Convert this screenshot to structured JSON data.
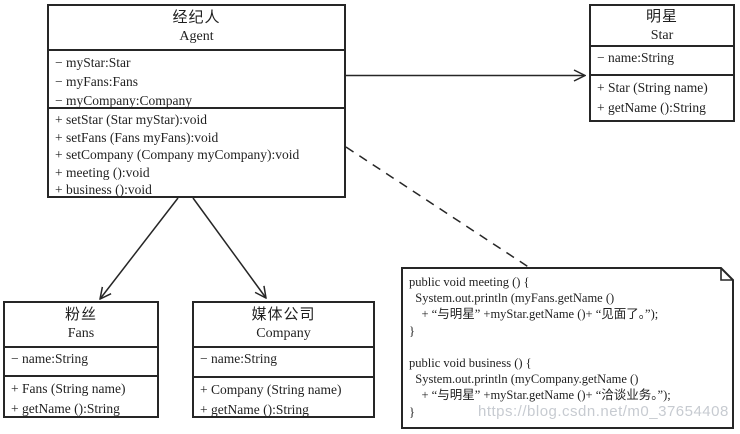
{
  "diagram_title": "",
  "classes": {
    "agent": {
      "name_zh": "经纪人",
      "name_en": "Agent",
      "attributes": [
        "− myStar:Star",
        "− myFans:Fans",
        "− myCompany:Company"
      ],
      "methods": [
        "+ setStar (Star myStar):void",
        "+ setFans (Fans myFans):void",
        "+ setCompany (Company myCompany):void",
        "+ meeting ():void",
        "+ business ():void"
      ]
    },
    "star": {
      "name_zh": "明星",
      "name_en": "Star",
      "attributes": [
        "− name:String"
      ],
      "methods": [
        "+ Star (String name)",
        "+ getName ():String"
      ]
    },
    "fans": {
      "name_zh": "粉丝",
      "name_en": "Fans",
      "attributes": [
        "− name:String"
      ],
      "methods": [
        "+ Fans (String name)",
        "+ getName ():String"
      ]
    },
    "company": {
      "name_zh": "媒体公司",
      "name_en": "Company",
      "attributes": [
        "− name:String"
      ],
      "methods": [
        "+ Company (String name)",
        "+ getName ():String"
      ]
    }
  },
  "note": {
    "lines": [
      "public void meeting () {",
      "  System.out.println (myFans.getName ()",
      "    + “与明星” +myStar.getName ()+ “见面了。”);",
      "}",
      "",
      "public void business () {",
      "  System.out.println (myCompany.getName ()",
      "    + “与明星” +myStar.getName ()+ “洽谈业务。”);",
      "}"
    ]
  },
  "watermark": "https://blog.csdn.net/m0_37654408",
  "colors": {
    "line": "#262626",
    "background": "#ffffff",
    "watermark": "#c7cbd1"
  }
}
